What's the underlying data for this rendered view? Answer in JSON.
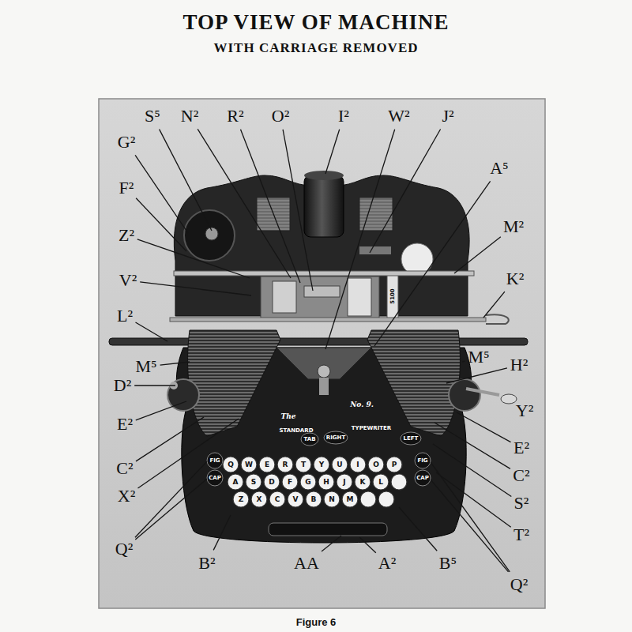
{
  "diagram": {
    "title": "TOP VIEW OF MACHINE",
    "caption": "Figure 6",
    "labels": [
      "WITH CARRIAGE REMOVED",
      "S⁵",
      "N²",
      "R²",
      "O²",
      "I²",
      "W²",
      "J²",
      "G²",
      "A⁵",
      "F²",
      "M²",
      "Z²",
      "K²",
      "V²",
      "L²",
      "M⁵",
      "M⁵",
      "H²",
      "D²",
      "Y²",
      "E²",
      "E²",
      "C²",
      "C²",
      "X²",
      "S²",
      "T²",
      "Q²",
      "Q²",
      "B²",
      "AA",
      "A²",
      "B⁵",
      "The",
      "No. 9.",
      "STANDARD",
      "TYPEWRITER",
      "TAB",
      "RIGHT",
      "LEFT",
      "FIG",
      "CAP",
      "FIG",
      "CAP",
      "5100",
      "Q",
      "W",
      "E",
      "R",
      "T",
      "Y",
      "U",
      "I",
      "O",
      "P",
      "A",
      "S",
      "D",
      "F",
      "G",
      "H",
      "J",
      "K",
      "L",
      "Z",
      "X",
      "C",
      "V",
      "B",
      "N",
      "M"
    ]
  }
}
